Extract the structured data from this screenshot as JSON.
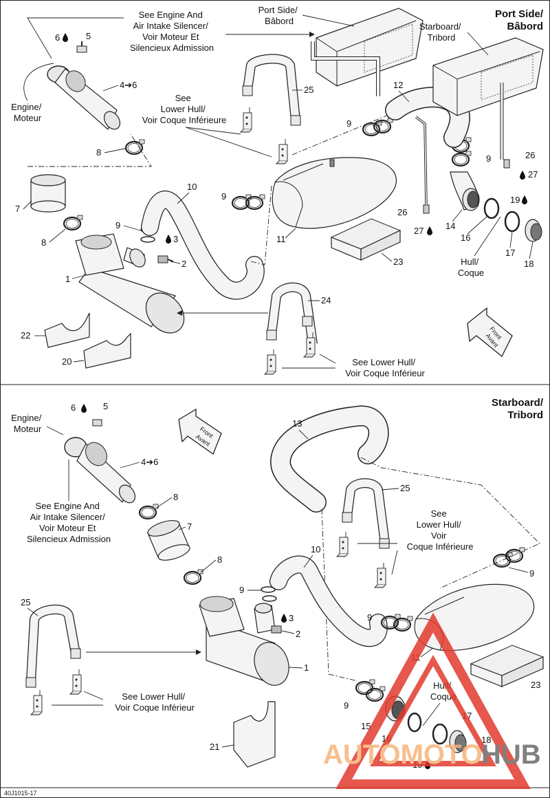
{
  "diagram_id": "40J1015-17",
  "colors": {
    "watermark_orange": "#f7b37a",
    "watermark_red": "#e23a2e",
    "watermark_grey": "#6a6a6a"
  },
  "top": {
    "heading_line1": "Port Side/",
    "heading_line2": "Bâbord",
    "see_engine": [
      "See Engine And",
      "Air Intake Silencer/",
      "Voir Moteur Et",
      "Silencieux Admission"
    ],
    "engine": [
      "Engine/",
      "Moteur"
    ],
    "port_side": [
      "Port Side/",
      "Bâbord"
    ],
    "starboard": [
      "Starboard/",
      "Tribord"
    ],
    "see_lower_hull_1": [
      "See",
      "Lower Hull/",
      "Voir Coque Inférieure"
    ],
    "see_lower_hull_2": [
      "See Lower Hull/",
      "Voir Coque Inférieur"
    ],
    "hull": [
      "Hull/",
      "Coque"
    ],
    "front": [
      "Front",
      "Avant"
    ],
    "callouts": {
      "p6": "6",
      "p5": "5",
      "p4": "4➔6",
      "p8a": "8",
      "p7": "7",
      "p8b": "8",
      "p9a": "9",
      "p3": "3",
      "p2": "2",
      "p1": "1",
      "p10": "10",
      "p22": "22",
      "p20": "20",
      "p25": "25",
      "p24": "24",
      "p12": "12",
      "p9b": "9",
      "p9c": "9",
      "p9d": "9",
      "p11": "11",
      "p23": "23",
      "p26a": "26",
      "p27a": "27",
      "p14": "14",
      "p16": "16",
      "p26b": "26",
      "p27b": "27",
      "p19": "19",
      "p17": "17",
      "p18": "18"
    }
  },
  "bottom": {
    "heading_line1": "Starboard/",
    "heading_line2": "Tribord",
    "engine": [
      "Engine/",
      "Moteur"
    ],
    "see_engine": [
      "See Engine And",
      "Air Intake Silencer/",
      "Voir Moteur Et",
      "Silencieux Admission"
    ],
    "see_lower_hull_1": [
      "See",
      "Lower Hull/",
      "Voir",
      "Coque Inférieure"
    ],
    "see_lower_hull_2": [
      "See Lower Hull/",
      "Voir Coque Inférieur"
    ],
    "hull": [
      "Hull/",
      "Coque"
    ],
    "front": [
      "Front",
      "Avant"
    ],
    "callouts": {
      "p6": "6",
      "p5": "5",
      "p4": "4➔6",
      "p8a": "8",
      "p7": "7",
      "p8b": "8",
      "p13": "13",
      "p25a": "25",
      "p10": "10",
      "p9a": "9",
      "p3": "3",
      "p2": "2",
      "p1": "1",
      "p9b": "9",
      "p9c": "9",
      "p25b": "25",
      "p11": "11",
      "p23": "23",
      "p9d": "9",
      "p15": "15",
      "p17": "17",
      "p16": "16",
      "p18": "18",
      "p19": "19",
      "p21": "21"
    }
  },
  "watermark": {
    "part1": "AUTOMOTO",
    "part2": "HUB"
  }
}
